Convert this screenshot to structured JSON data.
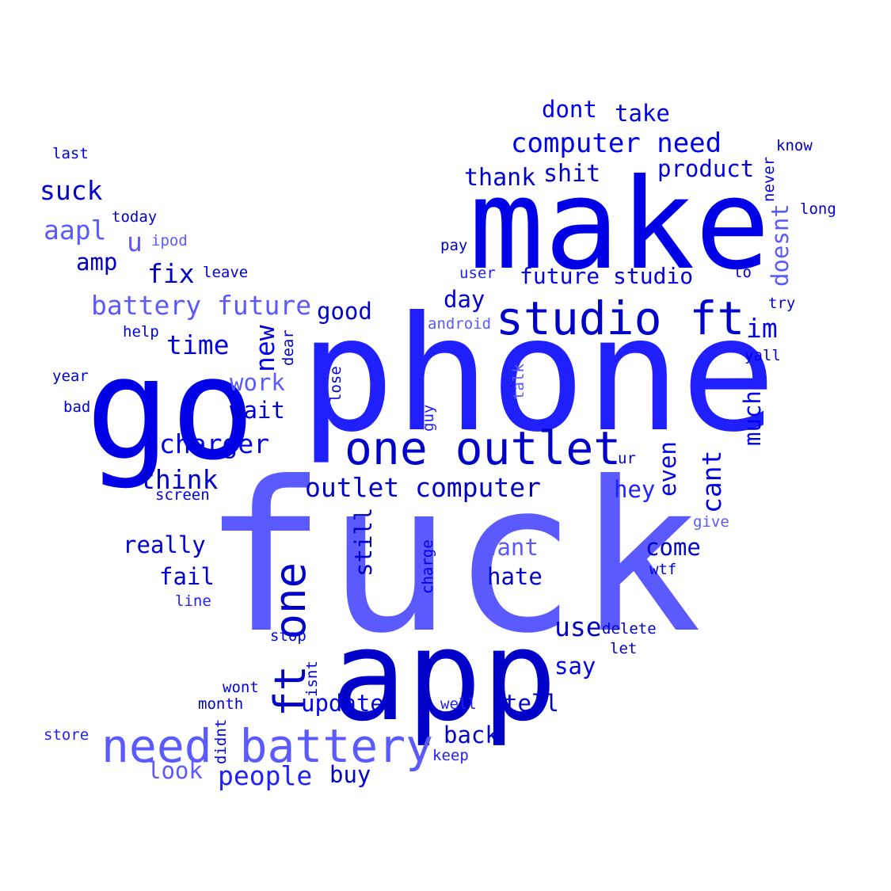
{
  "palette": {
    "c1": "#0000c8",
    "c2": "#0000e6",
    "c3": "#2020ff",
    "c4": "#5a5aff"
  },
  "words": {
    "fuck": "fuck",
    "phone": "phone",
    "make": "make",
    "go": "go",
    "app": "app",
    "one_outlet": "one outlet",
    "studio_ft": "studio ft",
    "need_battery": "need battery",
    "ft_one": "ft one",
    "computer_need": "computer need",
    "outlet_computer": "outlet computer",
    "battery_future": "battery future",
    "future_studio": "future studio",
    "charger": "charger",
    "think": "think",
    "suck": "suck",
    "aapl": "aapl",
    "product": "product",
    "shit": "shit",
    "thank": "thank",
    "dont": "dont",
    "take": "take",
    "fix": "fix",
    "amp": "amp",
    "u": "u",
    "time": "time",
    "new": "new",
    "work": "work",
    "wait": "wait",
    "good": "good",
    "day": "day",
    "im": "im",
    "much": "much",
    "doesnt": "doesnt",
    "even": "even",
    "cant": "cant",
    "hey": "hey",
    "really": "really",
    "fail": "fail",
    "still": "still",
    "want": "want",
    "hate": "hate",
    "come": "come",
    "use": "use",
    "say": "say",
    "update": "update",
    "tell": "tell",
    "back": "back",
    "look": "look",
    "people": "people",
    "buy": "buy",
    "last": "last",
    "today": "today",
    "ipod": "ipod",
    "leave": "leave",
    "help": "help",
    "year": "year",
    "bad": "bad",
    "screen": "screen",
    "line": "line",
    "stop": "stop",
    "wont": "wont",
    "month": "month",
    "store": "store",
    "didnt": "didnt",
    "isnt": "isnt",
    "well": "well",
    "keep": "keep",
    "delete": "delete",
    "let": "let",
    "wtf": "wtf",
    "give": "give",
    "ur": "ur",
    "charge": "charge",
    "guy": "guy",
    "talk": "talk",
    "lose": "lose",
    "dear": "dear",
    "android": "android",
    "user": "user",
    "pay": "pay",
    "never": "never",
    "know": "know",
    "long": "long",
    "lo": "lo",
    "try": "try",
    "yall": "yall"
  }
}
